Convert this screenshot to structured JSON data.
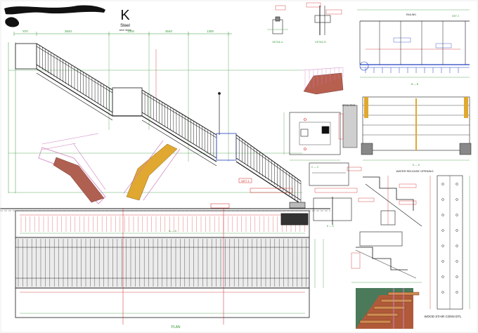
{
  "logo": {
    "mark": "K",
    "name": "Steel",
    "tagline": "steel detail"
  },
  "top_dims": [
    "970",
    "3640",
    "1300",
    "3640",
    "1300"
  ],
  "labels": {
    "railing": "RAILING",
    "grouting": "GROUTING",
    "water_release": "WATER RELEASE OPENING",
    "wood_stair": "WOOD STAIR CONN DTL",
    "plan": "PLAN",
    "det1": "DET 1",
    "det2": "DET 2",
    "det_a": "DETAIL A",
    "det_b": "DETAIL B",
    "sec_aa": "A — A",
    "sec_bb": "B — B",
    "sec_cc": "C — C",
    "sec_dd": "D — D",
    "sec_ee": "E — E"
  },
  "colors": {
    "line": "#1a1a1a",
    "dim": "#3a9a3a",
    "tag": "#d02020",
    "blue": "#2040c0",
    "wood": "#e0a830",
    "pink": "#d080c0"
  }
}
